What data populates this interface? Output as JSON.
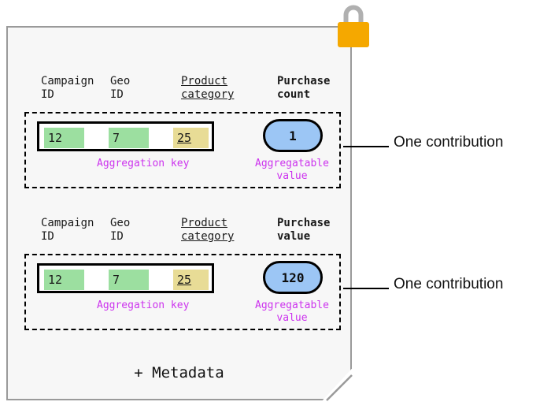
{
  "canvas": {
    "background": "#ffffff",
    "card_fill": "#f7f7f7",
    "card_border": "#9a9a9a"
  },
  "colors": {
    "green_highlight": "#9cdfa0",
    "yellow_highlight": "#e8dc96",
    "blue_pill": "#9cc6f5",
    "caption_purple": "#cc33ee",
    "lock_body": "#f5a800",
    "lock_shackle": "#b0b0b0",
    "text": "#1a1a1a"
  },
  "lock": {
    "icon": "padlock-icon",
    "state": "locked"
  },
  "contributions": [
    {
      "headers": {
        "campaign": "Campaign\nID",
        "geo": "Geo\nID",
        "product": "Product\ncategory",
        "value": "Purchase\ncount"
      },
      "key_cells": {
        "campaign": "12",
        "geo": "7",
        "product": "25"
      },
      "aggregatable_value": "1",
      "captions": {
        "key": "Aggregation key",
        "value": "Aggregatable\nvalue"
      },
      "annotation": "One contribution"
    },
    {
      "headers": {
        "campaign": "Campaign\nID",
        "geo": "Geo\nID",
        "product": "Product\ncategory",
        "value": "Purchase\nvalue"
      },
      "key_cells": {
        "campaign": "12",
        "geo": "7",
        "product": "25"
      },
      "aggregatable_value": "120",
      "captions": {
        "key": "Aggregation key",
        "value": "Aggregatable\nvalue"
      },
      "annotation": "One contribution"
    }
  ],
  "footer": {
    "metadata_label": "+ Metadata"
  }
}
